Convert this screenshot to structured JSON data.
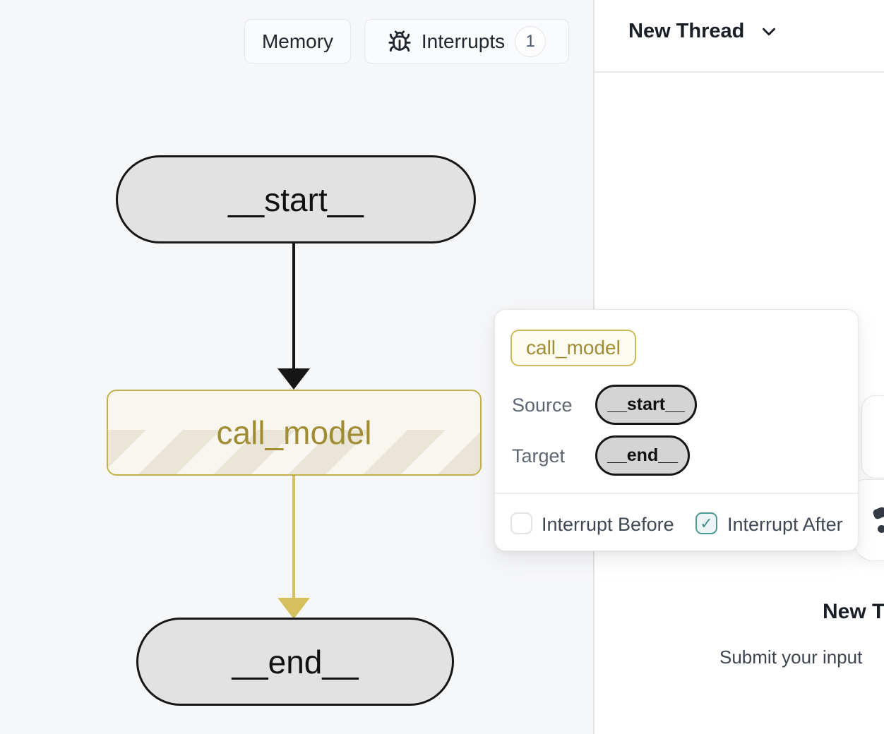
{
  "toolbar": {
    "memory_label": "Memory",
    "interrupts_label": "Interrupts",
    "interrupts_count": "1"
  },
  "thread_header": {
    "title": "New Thread"
  },
  "graph": {
    "start_label": "__start__",
    "model_label": "call_model",
    "end_label": "__end__",
    "edges": [
      {
        "source": "__start__",
        "target": "call_model",
        "color": "#161616"
      },
      {
        "source": "call_model",
        "target": "__end__",
        "color": "#d5c05e"
      }
    ]
  },
  "popover": {
    "node_badge": "call_model",
    "source_label": "Source",
    "source_value": "__start__",
    "target_label": "Target",
    "target_value": "__end__",
    "interrupt_before_label": "Interrupt Before",
    "interrupt_before_checked": false,
    "interrupt_after_label": "Interrupt After",
    "interrupt_after_checked": true,
    "check_glyph": "✓"
  },
  "empty_state": {
    "title": "New T",
    "subtitle": "Submit your input"
  },
  "icons": {
    "bug": "bug-icon",
    "chevron": "chevron-down-icon"
  },
  "colors": {
    "canvas_bg": "#f6f7f9",
    "panel_bg": "#ffffff",
    "node_fill": "#e2e2e2",
    "node_border": "#161616",
    "model_fill": "#f8f6ee",
    "model_border": "#c4b04b",
    "model_text": "#a18c33",
    "edge_black": "#161616",
    "edge_gold": "#d5c05e",
    "teal_accent": "#4a9b94"
  }
}
